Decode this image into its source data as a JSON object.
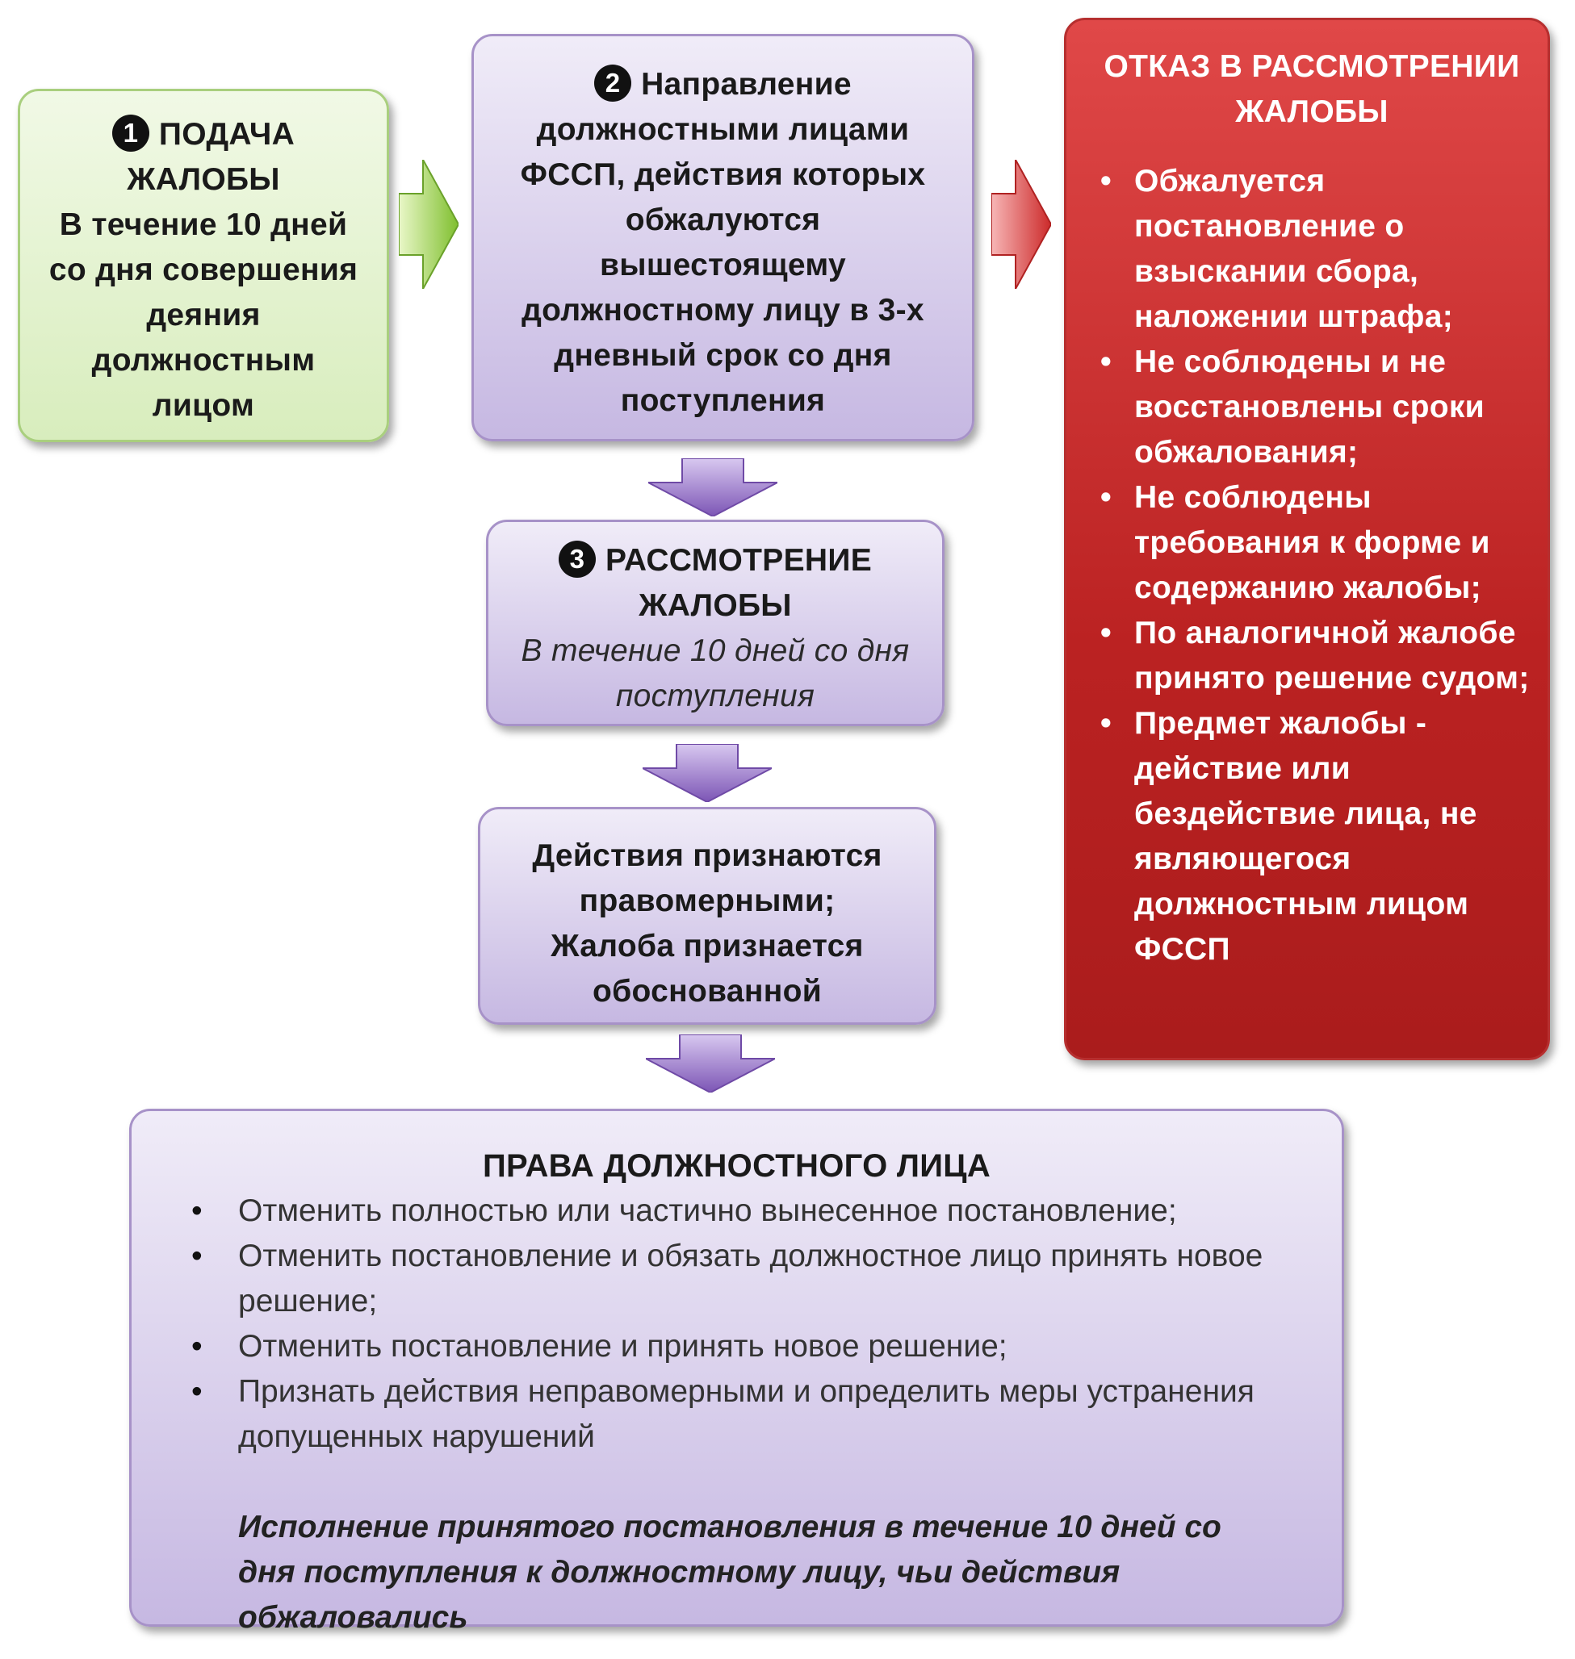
{
  "step1": {
    "number": "1",
    "title": "ПОДАЧА ЖАЛОБЫ",
    "body": "В течение 10 дней со дня совершения деяния должностным лицом"
  },
  "step2": {
    "number": "2",
    "body": "Направление должностными лицами ФССП, действия которых обжалуются вышестоящему должностному лицу в 3-х дневный срок со дня поступления"
  },
  "step3": {
    "number": "3",
    "title": "РАССМОТРЕНИЕ ЖАЛОБЫ",
    "body": "В течение 10 дней со дня поступления"
  },
  "result": {
    "line1": "Действия признаются правомерными;",
    "line2": "Жалоба признается обоснованной"
  },
  "refusal": {
    "title": "ОТКАЗ В РАССМОТРЕНИИ ЖАЛОБЫ",
    "items": [
      "Обжалуется постановление о взыскании сбора, наложении штрафа;",
      "Не соблюдены и не восстановлены сроки обжалования;",
      "Не соблюдены требования к форме и содержанию жалобы;",
      "По аналогичной жалобе принято решение судом;",
      "Предмет жалобы - действие или бездействие лица, не являющегося должностным лицом ФССП"
    ]
  },
  "rights": {
    "title": "ПРАВА ДОЛЖНОСТНОГО ЛИЦА",
    "items": [
      "Отменить полностью или частично вынесенное постановление;",
      "Отменить постановление и обязать должностное лицо принять новое решение;",
      "Отменить постановление и принять новое решение;",
      "Признать действия неправомерными и определить меры устранения допущенных нарушений"
    ],
    "note": "Исполнение принятого постановления в течение 10 дней со дня поступления к должностному лицу, чьи действия обжаловались"
  },
  "colors": {
    "green": "#d8edbd",
    "purple": "#c6b8e2",
    "red": "#bb2222",
    "arrow_green": "#8cc63f",
    "arrow_red": "#d23a3a",
    "arrow_purple": "#8e6ac0"
  }
}
